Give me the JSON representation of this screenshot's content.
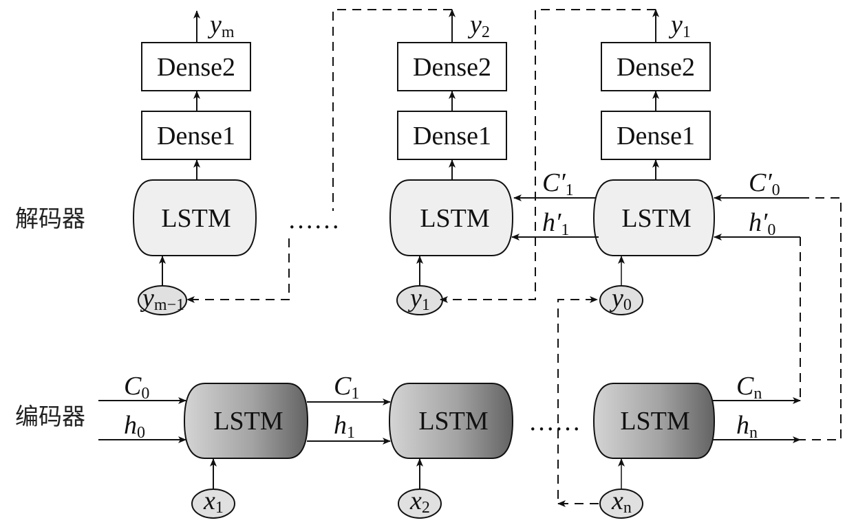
{
  "labels": {
    "decoder": "解码器",
    "encoder": "编码器"
  },
  "blocks": {
    "dense1": "Dense1",
    "dense2": "Dense2",
    "lstm": "LSTM",
    "ellipsis": "……"
  },
  "decoder": {
    "outputs": [
      {
        "var": "y",
        "sub": "m"
      },
      {
        "var": "y",
        "sub": "2"
      },
      {
        "var": "y",
        "sub": "1"
      }
    ],
    "inputs": [
      {
        "var": "y",
        "sub": "m−1"
      },
      {
        "var": "y",
        "sub": "1"
      },
      {
        "var": "y",
        "sub": "0"
      }
    ],
    "states": {
      "c1": {
        "var": "C′",
        "sub": "1"
      },
      "h1": {
        "var": "h′",
        "sub": "1"
      },
      "c0": {
        "var": "C′",
        "sub": "0"
      },
      "h0": {
        "var": "h′",
        "sub": "0"
      }
    }
  },
  "encoder": {
    "inputs": [
      {
        "var": "x",
        "sub": "1"
      },
      {
        "var": "x",
        "sub": "2"
      },
      {
        "var": "x",
        "sub": "n"
      }
    ],
    "states": {
      "c0": {
        "var": "C",
        "sub": "0"
      },
      "h0": {
        "var": "h",
        "sub": "0"
      },
      "c1": {
        "var": "C",
        "sub": "1"
      },
      "h1": {
        "var": "h",
        "sub": "1"
      },
      "cn": {
        "var": "C",
        "sub": "n"
      },
      "hn": {
        "var": "h",
        "sub": "n"
      }
    }
  },
  "colors": {
    "decoder_lstm_fill": "#efefef",
    "input_node_fill": "#e0e0e0",
    "encoder_gradient_light": "#d2d2d2",
    "encoder_gradient_dark": "#6a6a6a",
    "stroke": "#111111"
  }
}
